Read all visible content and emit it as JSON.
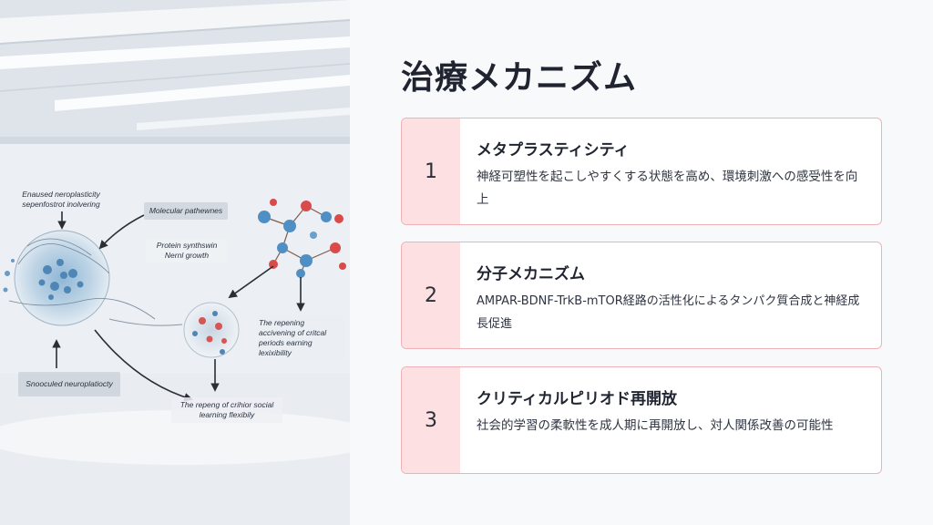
{
  "page": {
    "title": "治療メカニズム"
  },
  "cards": [
    {
      "number": "1",
      "title": "メタプラスティシティ",
      "description": "神経可塑性を起こしやすくする状態を高め、環境刺激への感受性を向上"
    },
    {
      "number": "2",
      "title": "分子メカニズム",
      "description": "AMPAR-BDNF-TrkB-mTOR経路の活性化によるタンパク質合成と神経成長促進"
    },
    {
      "number": "3",
      "title": "クリティカルピリオド再開放",
      "description": "社会的学習の柔軟性を成人期に再開放し、対人関係改善の可能性"
    }
  ],
  "illustration": {
    "labels": {
      "enhanced": "Enaused neroplasticity sepenfostrot inolvering",
      "molecular": "Molecular pathewnes",
      "protein": "Protein synthswin Nernl growth",
      "reopening": "The repening accivening of critcal periods earning lexixibility",
      "neuroplasticity": "Snooculed neuroplatiocty",
      "social": "The repeng of crihior social learning flexibily"
    }
  },
  "colors": {
    "accent_border": "#efb1b7",
    "number_bg": "#fde0e2",
    "title_text": "#1f2430"
  }
}
